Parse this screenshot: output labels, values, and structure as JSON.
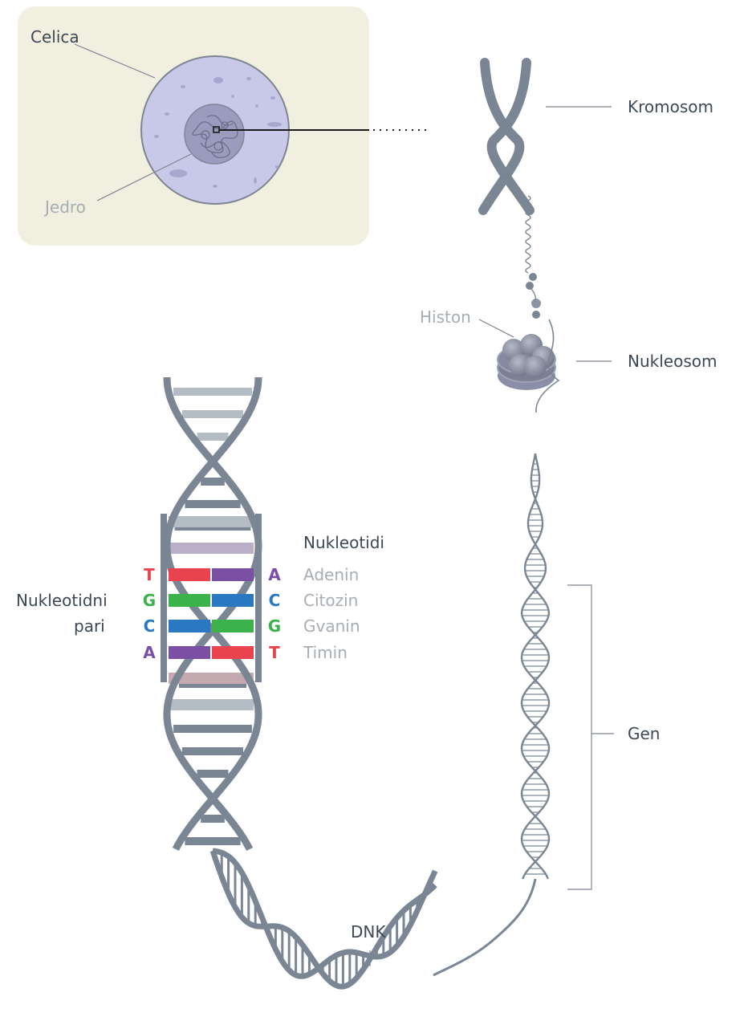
{
  "labels": {
    "cell": "Celica",
    "nucleus": "Jedro",
    "chromosome": "Kromosom",
    "histone": "Histon",
    "nucleosome": "Nukleosom",
    "nucleotides": "Nukleotidi",
    "pairs_line1": "Nukleotidni",
    "pairs_line2": "pari",
    "gene": "Gen",
    "dna": "DNK"
  },
  "bases": [
    {
      "left": "T",
      "right": "A",
      "name": "Adenin"
    },
    {
      "left": "G",
      "right": "C",
      "name": "Citozin"
    },
    {
      "left": "C",
      "right": "G",
      "name": "Gvanin"
    },
    {
      "left": "A",
      "right": "T",
      "name": "Timin"
    }
  ],
  "colors": {
    "T": "#e8434f",
    "A": "#7b4fa3",
    "G": "#3cb24a",
    "C": "#2a78c2",
    "strand": "#7b8694",
    "cell_fill": "#c8c9e9",
    "cell_panel": "#f1efdf",
    "nucleus_fill": "#9a9bbd",
    "label_dark": "#3d4854",
    "label_grey": "#a7adb4"
  }
}
